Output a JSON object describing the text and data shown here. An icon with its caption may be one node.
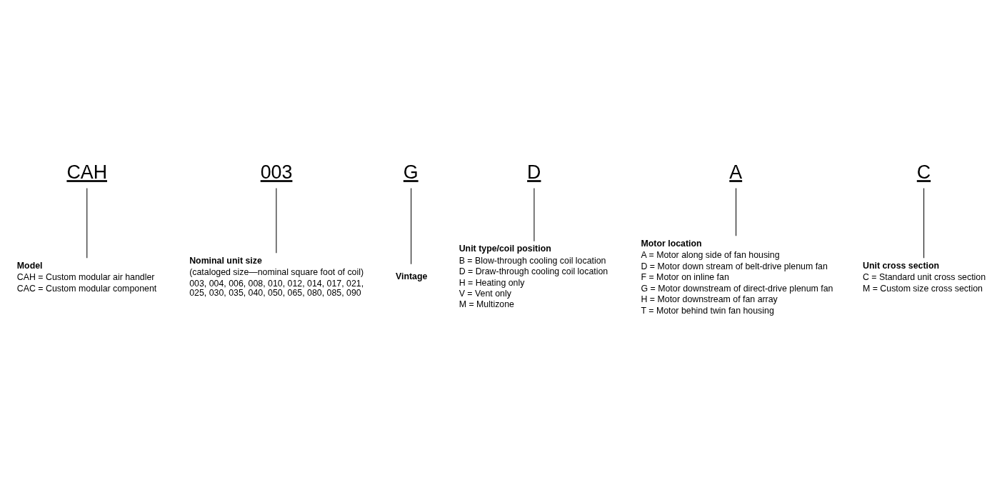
{
  "diagram": {
    "nodes": [
      {
        "text": [
          "CAH"
        ]
      },
      {
        "text": [
          "003"
        ]
      },
      {
        "text": [
          "G"
        ]
      },
      {
        "text": [
          "D"
        ]
      },
      {
        "text": [
          "A"
        ]
      },
      {
        "text": [
          "C"
        ]
      },
      {
        "text": [
          "Model",
          "CAH = Custom modular air handler",
          "CAC = Custom modular component"
        ]
      },
      {
        "text": [
          "Nominal unit size",
          "(cataloged size—nominal square foot of coil)",
          "003, 004, 006, 008, 010, 012, 014, 017, 021, 025, 030, 035, 040, 050, 065, 080, 085, 090"
        ]
      },
      {
        "text": [
          "Vintage"
        ]
      },
      {
        "text": [
          "Unit cross section",
          "C = Standard unit cross section",
          "M = Custom size cross section"
        ]
      },
      {
        "text": [
          "Motor location",
          "A = Motor along side of fan housing",
          "D = Motor down stream of belt-drive plenum fan",
          "F = Motor on inline fan",
          "G = Motor downstream of direct-drive plenum fan",
          "H = Motor downstream of fan array",
          "T = Motor behind twin fan housing"
        ]
      },
      {
        "text": [
          "Unit type/coil position",
          "B = Blow-through cooling coil location",
          "D = Draw-through cooling coil location",
          "H = Heating only",
          "V = Vent only",
          "M = Multizone"
        ]
      }
    ],
    "edges": [
      {
        "from": 0,
        "to": 6,
        "arrow": "none"
      },
      {
        "from": 1,
        "to": 7,
        "arrow": "none"
      },
      {
        "from": 2,
        "to": 8,
        "arrow": "none"
      },
      {
        "from": 5,
        "to": 9,
        "arrow": "none"
      },
      {
        "from": 4,
        "to": 10,
        "arrow": "none"
      },
      {
        "from": 3,
        "to": 11,
        "arrow": "none"
      }
    ]
  }
}
